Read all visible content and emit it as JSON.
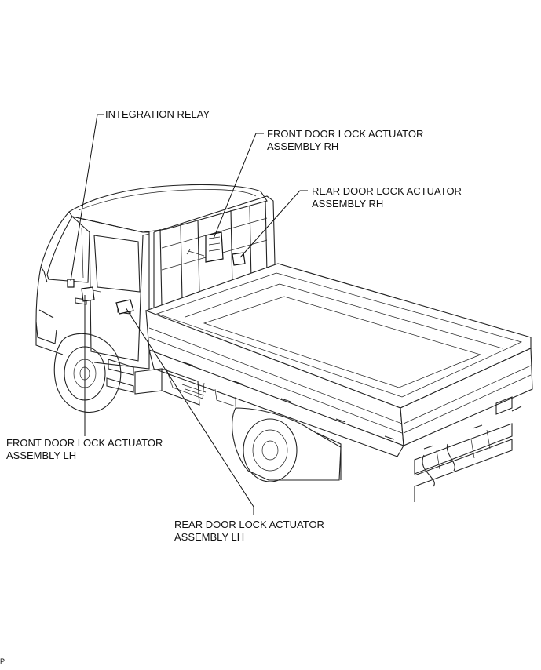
{
  "labels": {
    "integration_relay": "INTEGRATION RELAY",
    "front_rh": [
      "FRONT DOOR LOCK ACTUATOR",
      "ASSEMBLY RH"
    ],
    "rear_rh": [
      "REAR DOOR LOCK ACTUATOR",
      "ASSEMBLY RH"
    ],
    "front_lh": [
      "FRONT DOOR LOCK ACTUATOR",
      "ASSEMBLY LH"
    ],
    "rear_lh": [
      "REAR DOOR LOCK ACTUATOR",
      "ASSEMBLY LH"
    ]
  },
  "page_code": "P"
}
